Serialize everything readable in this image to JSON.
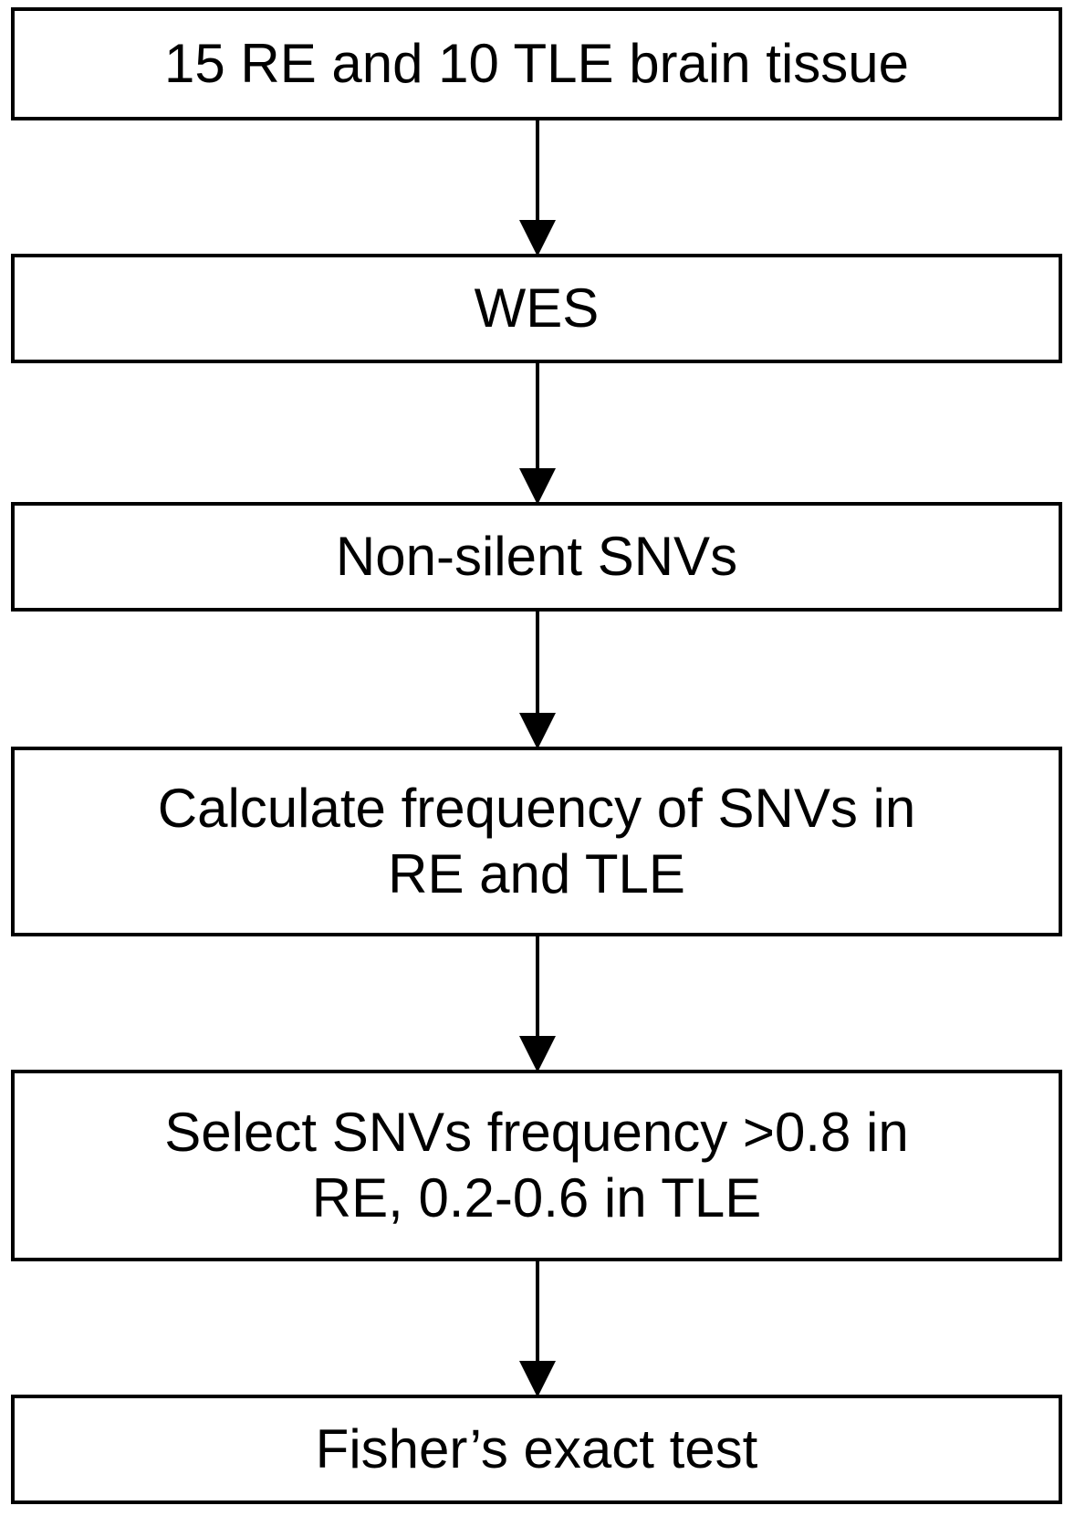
{
  "flowchart": {
    "steps": [
      {
        "label": "15 RE and 10 TLE brain tissue"
      },
      {
        "label": "WES"
      },
      {
        "label": "Non-silent SNVs"
      },
      {
        "label": "Calculate frequency of SNVs in\nRE and TLE"
      },
      {
        "label": "Select SNVs frequency >0.8 in\nRE, 0.2-0.6 in TLE"
      },
      {
        "label": "Fisher’s exact test"
      }
    ]
  },
  "colors": {
    "stroke": "#000000",
    "fill": "#ffffff"
  }
}
